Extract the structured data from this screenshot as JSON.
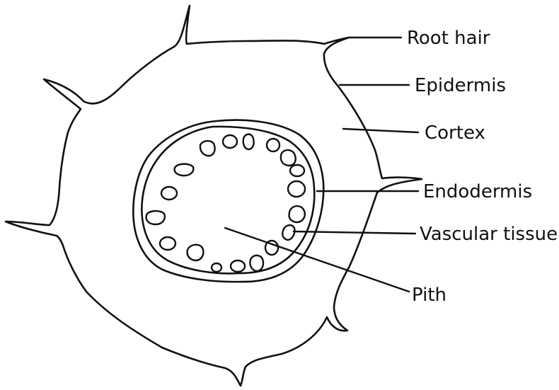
{
  "diagram": {
    "labels": {
      "root_hair": "Root hair",
      "epidermis": "Epidermis",
      "cortex": "Cortex",
      "endodermis": "Endodermis",
      "vascular_tissue": "Vascular tissue",
      "pith": "Pith"
    },
    "colors": {
      "stroke": "#111111",
      "background": "#ffffff"
    }
  }
}
